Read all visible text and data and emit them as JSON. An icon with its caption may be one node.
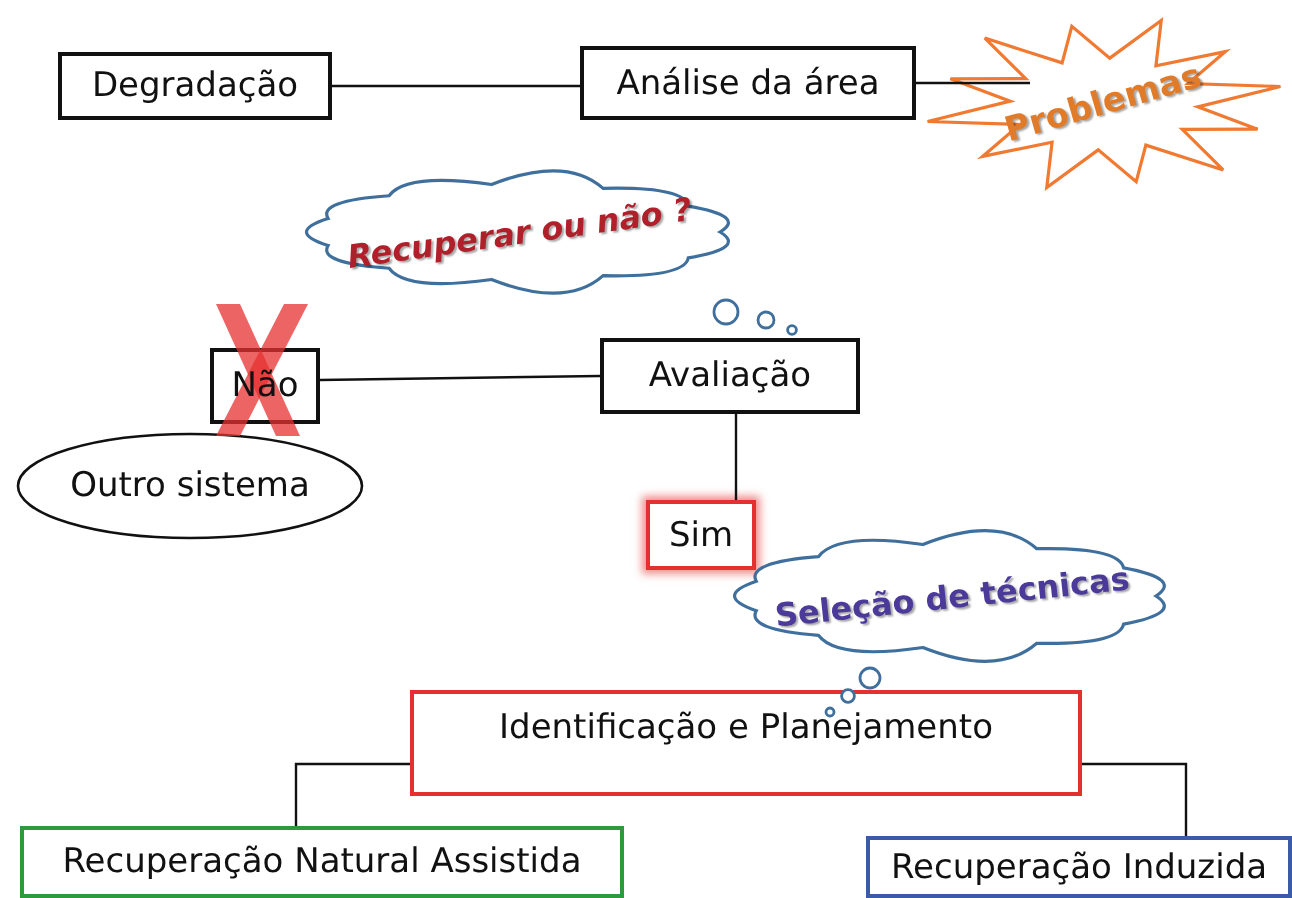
{
  "diagram": {
    "nodes": [
      {
        "text": [
          "Degradação"
        ]
      },
      {
        "text": [
          "Análise da área"
        ]
      },
      {
        "text": [
          "Problemas"
        ]
      },
      {
        "text": [
          "Recuperar ou não ?"
        ]
      },
      {
        "text": [
          "Não"
        ]
      },
      {
        "text": [
          "Outro sistema"
        ]
      },
      {
        "text": [
          "Avaliação"
        ]
      },
      {
        "text": [
          "Sim"
        ]
      },
      {
        "text": [
          "Seleção de técnicas"
        ]
      },
      {
        "text": [
          "Identificação e Planejamento"
        ]
      },
      {
        "text": [
          "Recuperação Natural Assistida"
        ]
      },
      {
        "text": [
          "Recuperação Induzida"
        ]
      }
    ],
    "edges": [
      {
        "from": 0,
        "to": 1,
        "arrow": "none"
      },
      {
        "from": 1,
        "to": 2,
        "arrow": "none"
      },
      {
        "from": 6,
        "to": 4,
        "arrow": "none"
      },
      {
        "from": 6,
        "to": 7,
        "arrow": "none"
      },
      {
        "from": 9,
        "to": 10,
        "arrow": "none"
      },
      {
        "from": 9,
        "to": 11,
        "arrow": "none"
      }
    ]
  }
}
